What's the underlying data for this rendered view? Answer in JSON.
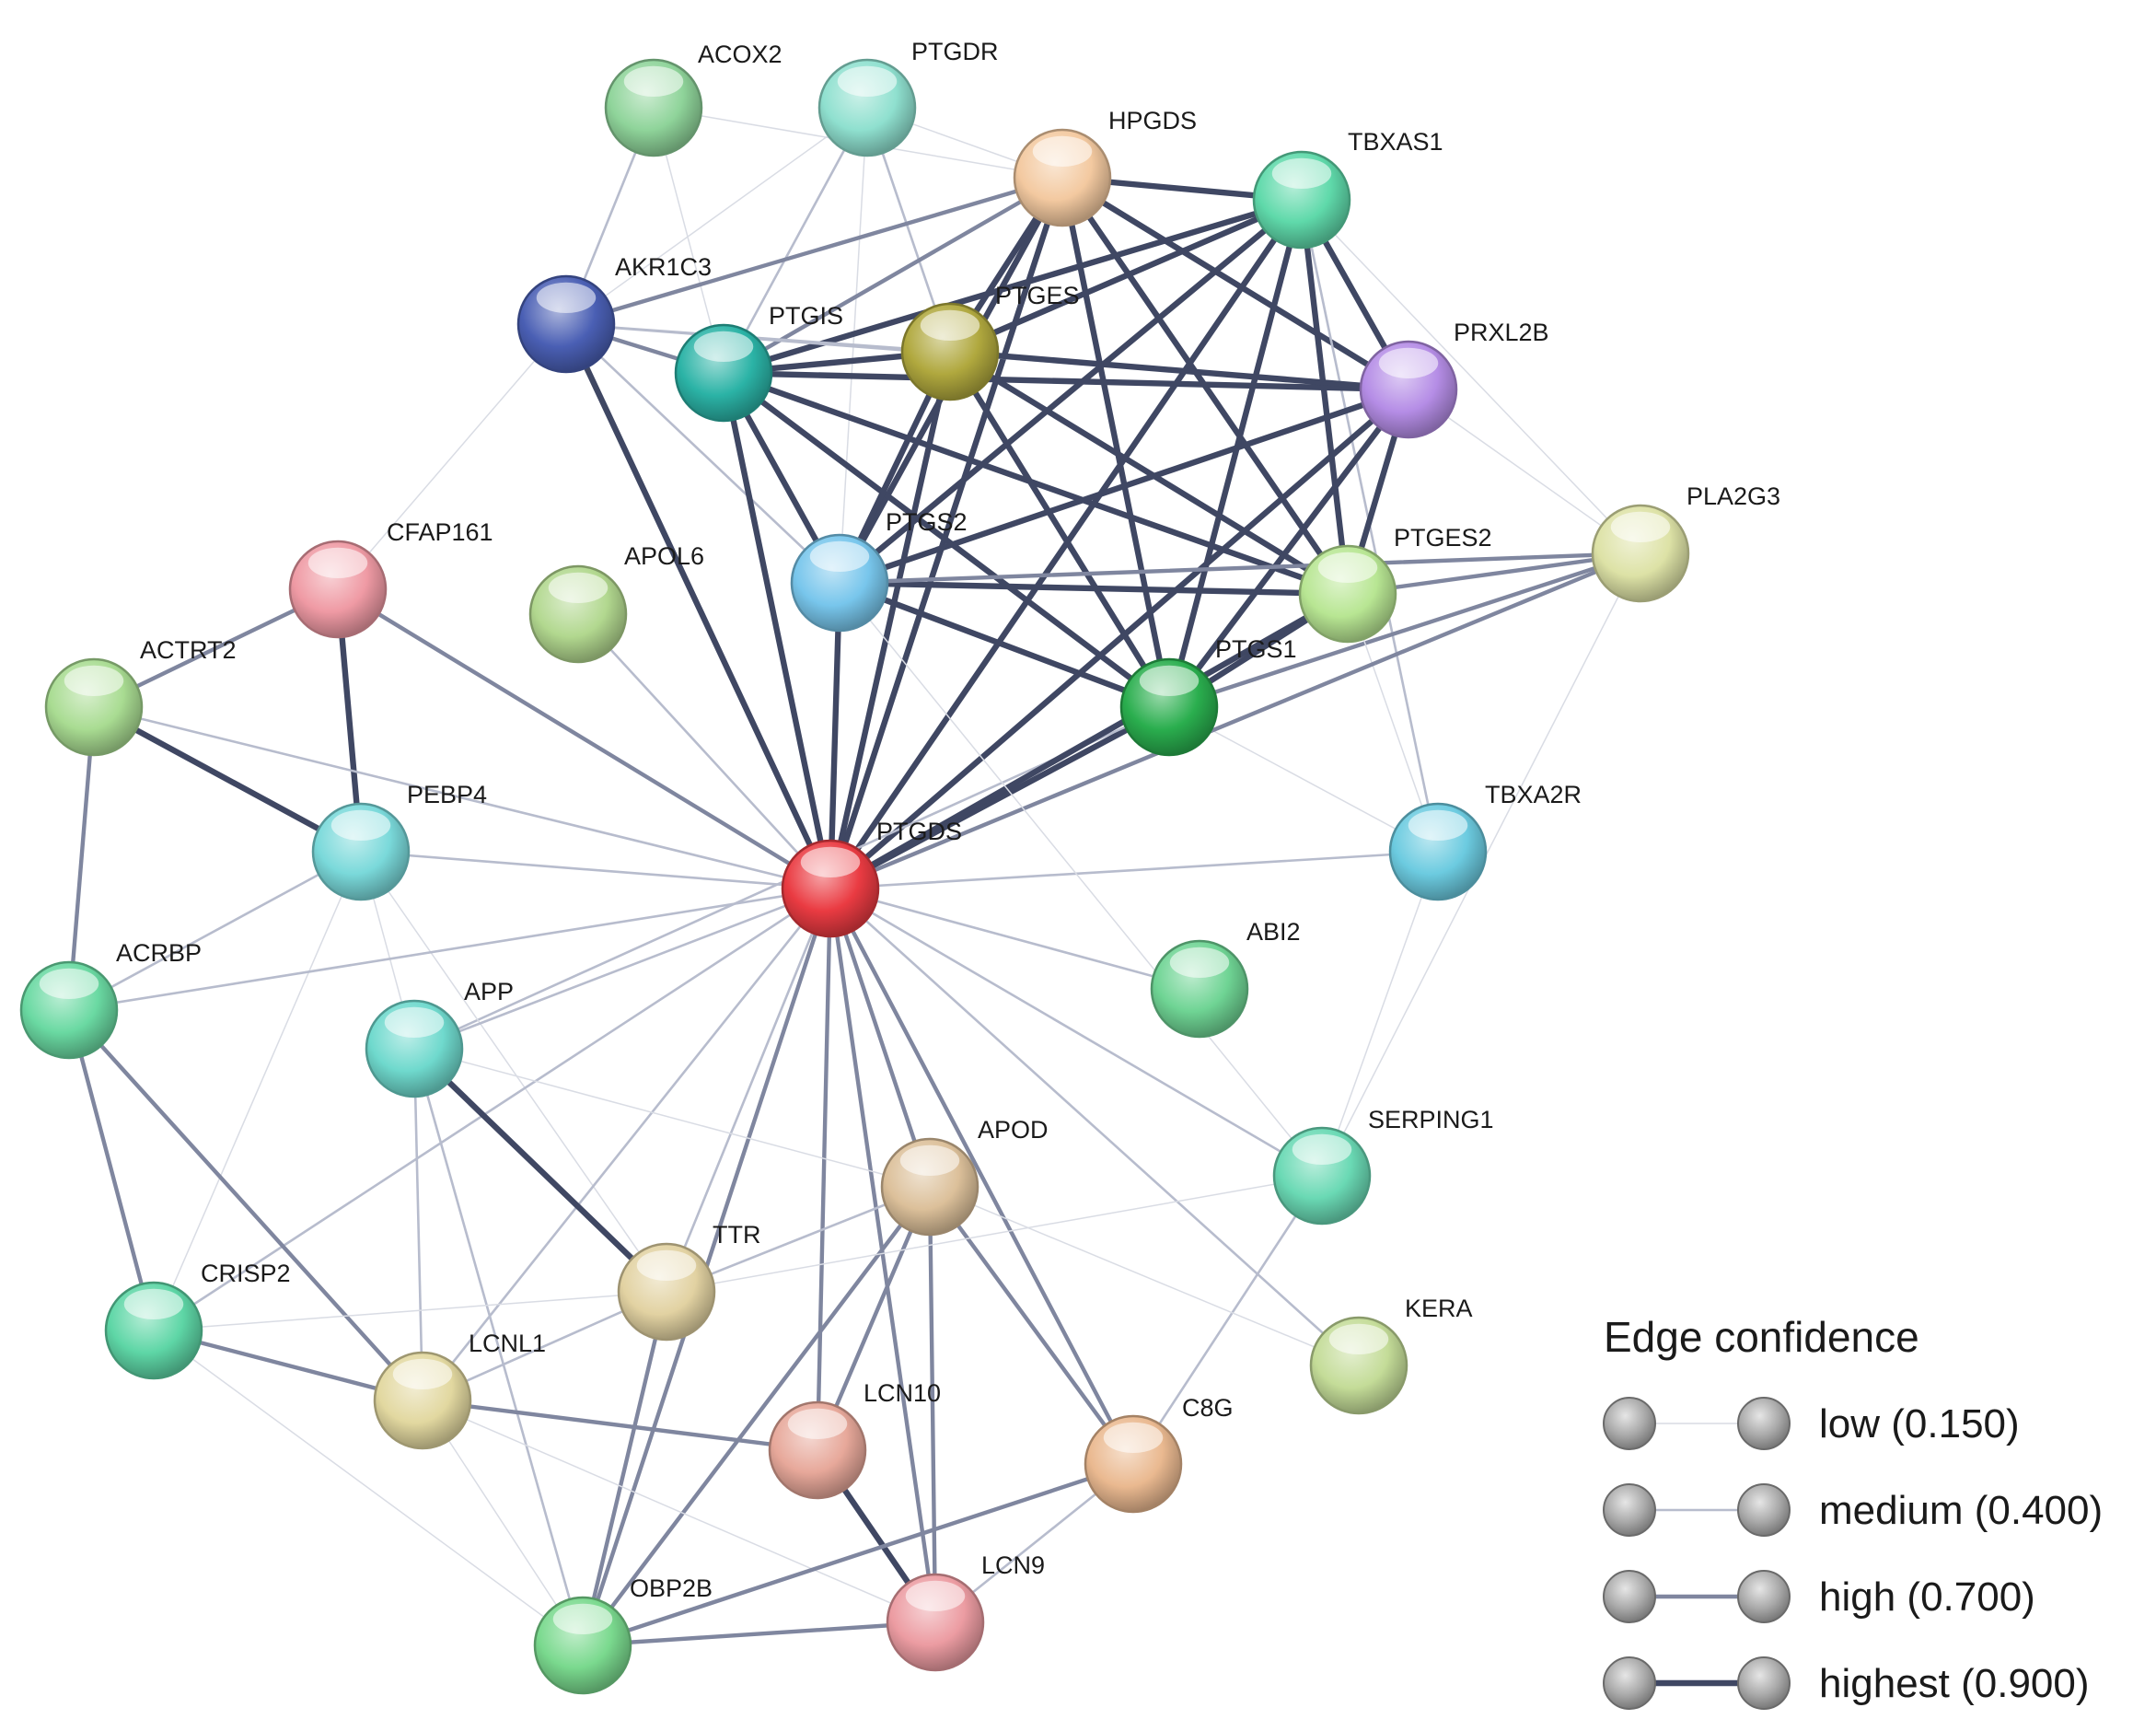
{
  "diagram": {
    "nodes": [
      {
        "id": "ACOX2",
        "label": "ACOX2",
        "color": "#8fd49a"
      },
      {
        "id": "PTGDR",
        "label": "PTGDR",
        "color": "#8fe0cf"
      },
      {
        "id": "HPGDS",
        "label": "HPGDS",
        "color": "#f3c9a0"
      },
      {
        "id": "TBXAS1",
        "label": "TBXAS1",
        "color": "#5fd9aa"
      },
      {
        "id": "AKR1C3",
        "label": "AKR1C3",
        "color": "#4a5fb4"
      },
      {
        "id": "PTGIS",
        "label": "PTGIS",
        "color": "#2bb3a6"
      },
      {
        "id": "PTGES",
        "label": "PTGES",
        "color": "#b0a83e"
      },
      {
        "id": "PRXL2B",
        "label": "PRXL2B",
        "color": "#b58de6"
      },
      {
        "id": "PLA2G3",
        "label": "PLA2G3",
        "color": "#dde2a6"
      },
      {
        "id": "CFAP161",
        "label": "CFAP161",
        "color": "#ef9aa4"
      },
      {
        "id": "APOL6",
        "label": "APOL6",
        "color": "#b2d88f"
      },
      {
        "id": "PTGS2",
        "label": "PTGS2",
        "color": "#78c6ec"
      },
      {
        "id": "PTGES2",
        "label": "PTGES2",
        "color": "#b8e693"
      },
      {
        "id": "ACTRT2",
        "label": "ACTRT2",
        "color": "#a9dc92"
      },
      {
        "id": "PTGS1",
        "label": "PTGS1",
        "color": "#2aae4e"
      },
      {
        "id": "PEBP4",
        "label": "PEBP4",
        "color": "#7ad9da"
      },
      {
        "id": "PTGDS",
        "label": "PTGDS",
        "color": "#ea3b42"
      },
      {
        "id": "TBXA2R",
        "label": "TBXA2R",
        "color": "#6ccbe0"
      },
      {
        "id": "ACRBP",
        "label": "ACRBP",
        "color": "#6ad9a2"
      },
      {
        "id": "ABI2",
        "label": "ABI2",
        "color": "#6fd494"
      },
      {
        "id": "APP",
        "label": "APP",
        "color": "#6fd9cd"
      },
      {
        "id": "SERPING1",
        "label": "SERPING1",
        "color": "#6ad9b4"
      },
      {
        "id": "APOD",
        "label": "APOD",
        "color": "#dcc09a"
      },
      {
        "id": "TTR",
        "label": "TTR",
        "color": "#e2d2a2"
      },
      {
        "id": "CRISP2",
        "label": "CRISP2",
        "color": "#5ed6a6"
      },
      {
        "id": "KERA",
        "label": "KERA",
        "color": "#c4dc98"
      },
      {
        "id": "LCNL1",
        "label": "LCNL1",
        "color": "#e2d8a0"
      },
      {
        "id": "LCN10",
        "label": "LCN10",
        "color": "#e7a89a"
      },
      {
        "id": "C8G",
        "label": "C8G",
        "color": "#eab990"
      },
      {
        "id": "LCN9",
        "label": "LCN9",
        "color": "#ec9ca2"
      },
      {
        "id": "OBP2B",
        "label": "OBP2B",
        "color": "#7ad98e"
      }
    ],
    "edges": [
      [
        "ACOX2",
        "AKR1C3",
        "medium"
      ],
      [
        "ACOX2",
        "PTGIS",
        "low"
      ],
      [
        "ACOX2",
        "HPGDS",
        "low"
      ],
      [
        "PTGDR",
        "PTGIS",
        "medium"
      ],
      [
        "PTGDR",
        "PTGES",
        "medium"
      ],
      [
        "PTGDR",
        "PTGS2",
        "low"
      ],
      [
        "PTGDR",
        "HPGDS",
        "low"
      ],
      [
        "PTGDR",
        "AKR1C3",
        "low"
      ],
      [
        "HPGDS",
        "AKR1C3",
        "high"
      ],
      [
        "HPGDS",
        "PTGIS",
        "high"
      ],
      [
        "HPGDS",
        "PTGES",
        "highest"
      ],
      [
        "HPGDS",
        "PTGS2",
        "highest"
      ],
      [
        "HPGDS",
        "PTGS1",
        "highest"
      ],
      [
        "HPGDS",
        "PTGES2",
        "highest"
      ],
      [
        "HPGDS",
        "PRXL2B",
        "highest"
      ],
      [
        "HPGDS",
        "TBXAS1",
        "highest"
      ],
      [
        "HPGDS",
        "PTGDS",
        "highest"
      ],
      [
        "TBXAS1",
        "PTGIS",
        "highest"
      ],
      [
        "TBXAS1",
        "PTGES",
        "highest"
      ],
      [
        "TBXAS1",
        "PTGS2",
        "highest"
      ],
      [
        "TBXAS1",
        "PTGS1",
        "highest"
      ],
      [
        "TBXAS1",
        "PTGES2",
        "highest"
      ],
      [
        "TBXAS1",
        "PRXL2B",
        "highest"
      ],
      [
        "TBXAS1",
        "PTGDS",
        "highest"
      ],
      [
        "TBXAS1",
        "PLA2G3",
        "low"
      ],
      [
        "TBXAS1",
        "TBXA2R",
        "medium"
      ],
      [
        "AKR1C3",
        "PTGIS",
        "high"
      ],
      [
        "AKR1C3",
        "PTGDS",
        "highest"
      ],
      [
        "AKR1C3",
        "PTGS2",
        "medium"
      ],
      [
        "AKR1C3",
        "PTGES",
        "medium"
      ],
      [
        "AKR1C3",
        "PRXL2B",
        "medium"
      ],
      [
        "PTGIS",
        "PTGES",
        "highest"
      ],
      [
        "PTGIS",
        "PRXL2B",
        "highest"
      ],
      [
        "PTGIS",
        "PTGS2",
        "highest"
      ],
      [
        "PTGIS",
        "PTGS1",
        "highest"
      ],
      [
        "PTGIS",
        "PTGES2",
        "highest"
      ],
      [
        "PTGIS",
        "PTGDS",
        "highest"
      ],
      [
        "PTGES",
        "PRXL2B",
        "highest"
      ],
      [
        "PTGES",
        "PTGS2",
        "highest"
      ],
      [
        "PTGES",
        "PTGS1",
        "highest"
      ],
      [
        "PTGES",
        "PTGES2",
        "highest"
      ],
      [
        "PTGES",
        "PTGDS",
        "highest"
      ],
      [
        "PRXL2B",
        "PTGS2",
        "highest"
      ],
      [
        "PRXL2B",
        "PTGS1",
        "highest"
      ],
      [
        "PRXL2B",
        "PTGES2",
        "highest"
      ],
      [
        "PRXL2B",
        "PTGDS",
        "highest"
      ],
      [
        "PRXL2B",
        "PLA2G3",
        "low"
      ],
      [
        "PTGS2",
        "PTGS1",
        "highest"
      ],
      [
        "PTGS2",
        "PTGES2",
        "highest"
      ],
      [
        "PTGS2",
        "PTGDS",
        "highest"
      ],
      [
        "PTGS2",
        "PLA2G3",
        "high"
      ],
      [
        "PTGS1",
        "PTGES2",
        "highest"
      ],
      [
        "PTGS1",
        "PTGDS",
        "highest"
      ],
      [
        "PTGS1",
        "PLA2G3",
        "high"
      ],
      [
        "PTGS1",
        "TBXA2R",
        "low"
      ],
      [
        "PTGS1",
        "APP",
        "medium"
      ],
      [
        "PTGES2",
        "PTGDS",
        "highest"
      ],
      [
        "PTGES2",
        "PLA2G3",
        "high"
      ],
      [
        "PTGES2",
        "TBXA2R",
        "low"
      ],
      [
        "PLA2G3",
        "PTGDS",
        "high"
      ],
      [
        "PLA2G3",
        "SERPING1",
        "low"
      ],
      [
        "CFAP161",
        "ACTRT2",
        "high"
      ],
      [
        "CFAP161",
        "PEBP4",
        "highest"
      ],
      [
        "CFAP161",
        "PTGDS",
        "high"
      ],
      [
        "CFAP161",
        "AKR1C3",
        "low"
      ],
      [
        "APOL6",
        "PTGDS",
        "medium"
      ],
      [
        "ACTRT2",
        "PEBP4",
        "highest"
      ],
      [
        "ACTRT2",
        "ACRBP",
        "high"
      ],
      [
        "ACTRT2",
        "PTGDS",
        "medium"
      ],
      [
        "PEBP4",
        "ACRBP",
        "medium"
      ],
      [
        "PEBP4",
        "PTGDS",
        "medium"
      ],
      [
        "PEBP4",
        "CRISP2",
        "low"
      ],
      [
        "PEBP4",
        "TTR",
        "low"
      ],
      [
        "PEBP4",
        "APP",
        "low"
      ],
      [
        "PTGDS",
        "TBXA2R",
        "medium"
      ],
      [
        "PTGDS",
        "ACRBP",
        "medium"
      ],
      [
        "PTGDS",
        "ABI2",
        "medium"
      ],
      [
        "PTGDS",
        "APP",
        "medium"
      ],
      [
        "PTGDS",
        "SERPING1",
        "medium"
      ],
      [
        "PTGDS",
        "APOD",
        "high"
      ],
      [
        "PTGDS",
        "TTR",
        "medium"
      ],
      [
        "PTGDS",
        "CRISP2",
        "medium"
      ],
      [
        "PTGDS",
        "KERA",
        "medium"
      ],
      [
        "PTGDS",
        "LCNL1",
        "medium"
      ],
      [
        "PTGDS",
        "LCN10",
        "high"
      ],
      [
        "PTGDS",
        "C8G",
        "high"
      ],
      [
        "PTGDS",
        "LCN9",
        "high"
      ],
      [
        "PTGDS",
        "OBP2B",
        "high"
      ],
      [
        "ACRBP",
        "CRISP2",
        "high"
      ],
      [
        "ACRBP",
        "LCNL1",
        "high"
      ],
      [
        "APP",
        "TTR",
        "highest"
      ],
      [
        "APP",
        "LCNL1",
        "medium"
      ],
      [
        "APP",
        "OBP2B",
        "medium"
      ],
      [
        "APP",
        "APOD",
        "low"
      ],
      [
        "APOD",
        "TTR",
        "medium"
      ],
      [
        "APOD",
        "LCN10",
        "high"
      ],
      [
        "APOD",
        "LCN9",
        "high"
      ],
      [
        "APOD",
        "C8G",
        "high"
      ],
      [
        "APOD",
        "OBP2B",
        "high"
      ],
      [
        "TTR",
        "OBP2B",
        "high"
      ],
      [
        "TTR",
        "LCNL1",
        "medium"
      ],
      [
        "TTR",
        "CRISP2",
        "low"
      ],
      [
        "TTR",
        "SERPING1",
        "low"
      ],
      [
        "CRISP2",
        "LCNL1",
        "high"
      ],
      [
        "CRISP2",
        "OBP2B",
        "low"
      ],
      [
        "LCNL1",
        "LCN10",
        "high"
      ],
      [
        "LCNL1",
        "OBP2B",
        "low"
      ],
      [
        "LCNL1",
        "LCN9",
        "low"
      ],
      [
        "LCN10",
        "LCN9",
        "highest"
      ],
      [
        "C8G",
        "OBP2B",
        "high"
      ],
      [
        "C8G",
        "SERPING1",
        "medium"
      ],
      [
        "C8G",
        "LCN9",
        "medium"
      ],
      [
        "LCN9",
        "OBP2B",
        "high"
      ],
      [
        "SERPING1",
        "TBXA2R",
        "low"
      ],
      [
        "SERPING1",
        "PTGS2",
        "low"
      ],
      [
        "KERA",
        "APOD",
        "low"
      ]
    ]
  },
  "legend": {
    "title": "Edge confidence",
    "items": [
      {
        "key": "low",
        "label": "low (0.150)"
      },
      {
        "key": "medium",
        "label": "medium (0.400)"
      },
      {
        "key": "high",
        "label": "high (0.700)"
      },
      {
        "key": "highest",
        "label": "highest (0.900)"
      }
    ]
  }
}
